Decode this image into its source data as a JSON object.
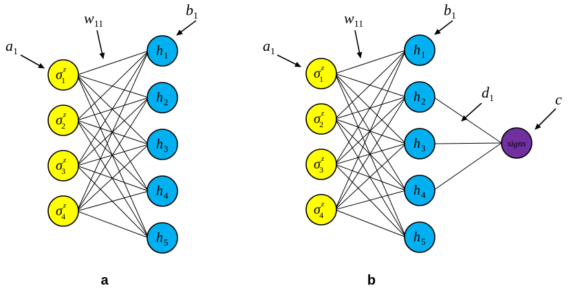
{
  "colors": {
    "visible_node": "#ffff00",
    "hidden_node": "#00b0f0",
    "output_node": "#7030a0",
    "edge": "#000000"
  },
  "panels": [
    {
      "id": "a",
      "label": "a",
      "visible_nodes": [
        {
          "symbol": "σ",
          "sub": "1",
          "sup": "z"
        },
        {
          "symbol": "σ",
          "sub": "2",
          "sup": "z"
        },
        {
          "symbol": "σ",
          "sub": "3",
          "sup": "z"
        },
        {
          "symbol": "σ",
          "sub": "4",
          "sup": "z"
        }
      ],
      "hidden_nodes": [
        {
          "symbol": "h",
          "sub": "1"
        },
        {
          "symbol": "h",
          "sub": "2"
        },
        {
          "symbol": "h",
          "sub": "3"
        },
        {
          "symbol": "h",
          "sub": "4"
        },
        {
          "symbol": "h",
          "sub": "5"
        }
      ],
      "annotations": {
        "visible_bias": {
          "symbol": "a",
          "sub": "1"
        },
        "weight": {
          "symbol": "w",
          "sub": "11"
        },
        "hidden_bias": {
          "symbol": "b",
          "sub": "1"
        }
      }
    },
    {
      "id": "b",
      "label": "b",
      "visible_nodes": [
        {
          "symbol": "σ",
          "sub": "1",
          "sup": "z"
        },
        {
          "symbol": "σ",
          "sub": "2",
          "sup": "z"
        },
        {
          "symbol": "σ",
          "sub": "3",
          "sup": "z"
        },
        {
          "symbol": "σ",
          "sub": "4",
          "sup": "z"
        }
      ],
      "hidden_nodes": [
        {
          "symbol": "h",
          "sub": "1"
        },
        {
          "symbol": "h",
          "sub": "2"
        },
        {
          "symbol": "h",
          "sub": "3"
        },
        {
          "symbol": "h",
          "sub": "4"
        },
        {
          "symbol": "h",
          "sub": "5"
        }
      ],
      "output_node": {
        "label": "signs"
      },
      "output_connected_hidden": [
        2,
        3,
        4
      ],
      "annotations": {
        "visible_bias": {
          "symbol": "a",
          "sub": "1"
        },
        "weight": {
          "symbol": "w",
          "sub": "11"
        },
        "hidden_bias": {
          "symbol": "b",
          "sub": "1"
        },
        "output_weight": {
          "symbol": "d",
          "sub": "1"
        },
        "output_bias": {
          "symbol": "c"
        }
      }
    }
  ]
}
